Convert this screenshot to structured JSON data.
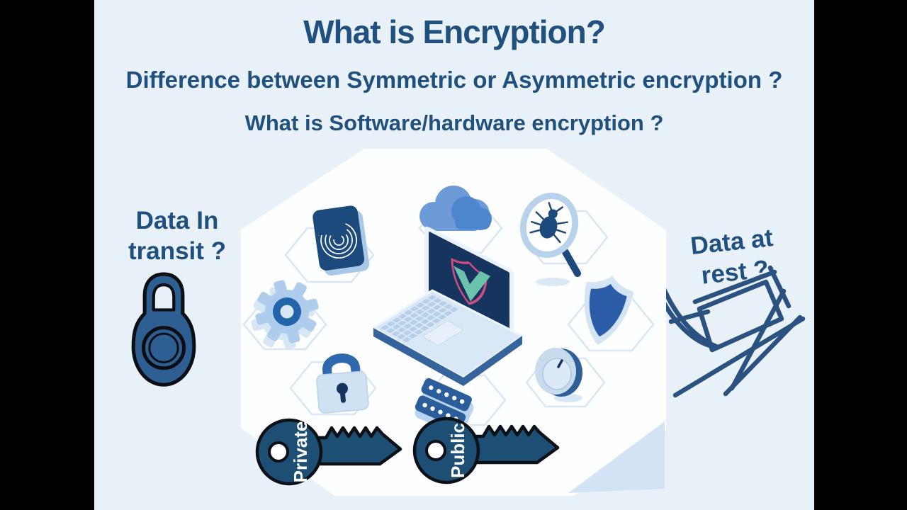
{
  "slide": {
    "title": "What is Encryption?",
    "subtitle_1": "Difference between Symmetric or Asymmetric encryption ?",
    "subtitle_2": "What is Software/hardware encryption ?"
  },
  "left_callout": {
    "line1": "Data In",
    "line2": "transit ?"
  },
  "right_callout": {
    "line1": "Data at",
    "line2": "rest ?"
  },
  "keys": {
    "private_label": "Private",
    "public_label": "Public"
  },
  "colors": {
    "letterbox": "#000000",
    "slide_background": "#e9f1f8",
    "heading_text": "#20507e",
    "illustration_navy": "#1d4a7d",
    "illustration_mid_blue": "#4d86cc",
    "illustration_light_blue": "#cfe2f4",
    "panel_background": "#fdfeff",
    "hex_outline": "#d9e6f3",
    "key_fill": "#1d4e74",
    "key_outline": "#0c1117",
    "shield_outline_pink": "#cf4d82",
    "checkmark_teal": "#6cc3ab"
  },
  "illustration_icons": [
    "fingerprint",
    "cloud",
    "bug-magnifier",
    "gear",
    "laptop-shield-check",
    "shield",
    "padlock",
    "password-dots",
    "dial"
  ]
}
